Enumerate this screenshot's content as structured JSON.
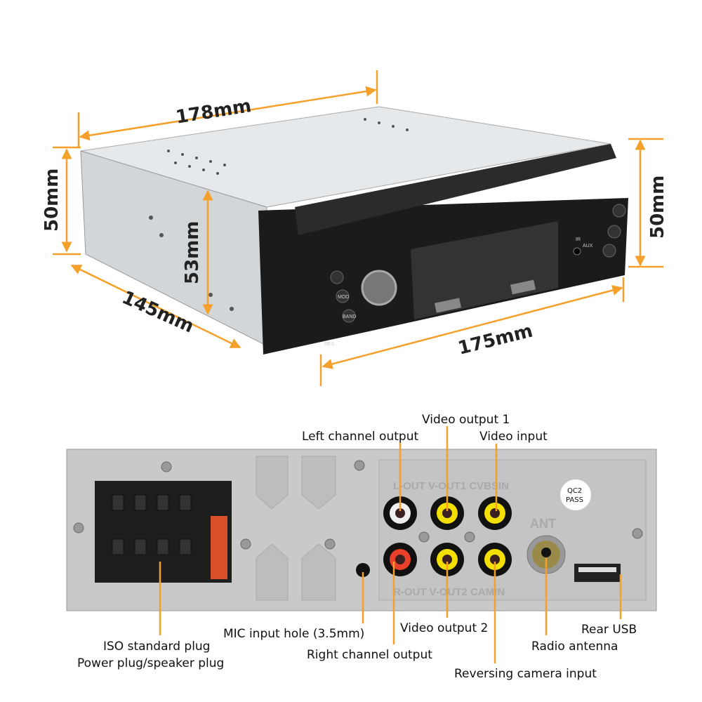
{
  "colors": {
    "accent": "#f5a02a",
    "chassis": "#d9dde0",
    "bezel": "#1b1b1b",
    "panel": "#c9c9c9"
  },
  "dimensions": {
    "length_top": "178mm",
    "height_left": "50mm",
    "height_front": "53mm",
    "depth": "145mm",
    "width_front": "175mm",
    "height_right": "50mm"
  },
  "front_panel": {
    "mode_button": "MOD",
    "band_button": "BAND",
    "aux_label": "AUX",
    "ir_label": "IR",
    "reset_label": "RES"
  },
  "rear_panel": {
    "top_jack_labels": "L-OUT V-OUT1 CVBSIN",
    "bottom_jack_labels": "R-OUT V-OUT2 CAMIN",
    "antenna_label": "ANT",
    "sticker": [
      "QC2",
      "PASS"
    ]
  },
  "callouts": {
    "left_channel": "Left channel output",
    "video_out1": "Video output 1",
    "video_in": "Video input",
    "mic": "MIC input hole (3.5mm)",
    "iso": "ISO standard plug",
    "power": "Power plug/speaker plug",
    "video_out2": "Video output 2",
    "right_channel": "Right channel output",
    "reversing": "Reversing camera input",
    "antenna": "Radio antenna",
    "usb": "Rear USB"
  }
}
